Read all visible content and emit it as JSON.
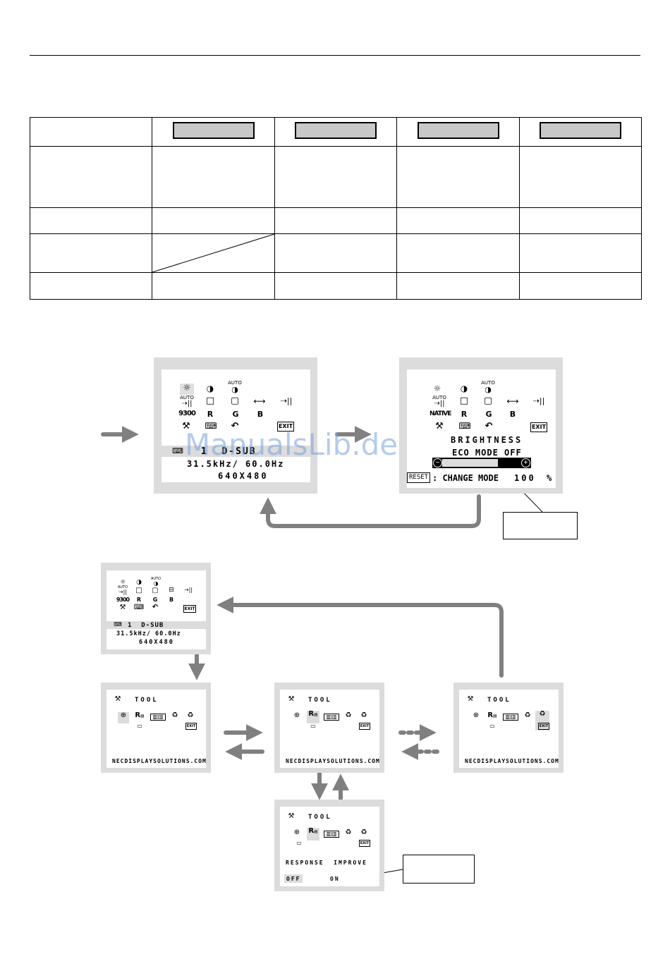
{
  "watermark": "ManualsLib.de",
  "main_osd": {
    "icon_rows": [
      [
        "☼",
        "◑",
        "AUTO◑"
      ],
      [
        "AUTO⇢|",
        "□",
        "▢",
        "⟷",
        "⇢||"
      ],
      [
        "9300",
        "R",
        "G",
        "B"
      ],
      [
        "⚒",
        "⌨",
        "↶",
        "EXIT"
      ]
    ],
    "input": "1  D-SUB",
    "freq": "31.5kHz/ 60.0Hz",
    "res": "640X480"
  },
  "brightness_osd": {
    "preset": "NATIVE",
    "title": "BRIGHTNESS",
    "eco": "ECO MODE OFF",
    "reset_key": "RESET",
    "reset_label": ": CHANGE MODE",
    "value": "100",
    "unit": "%",
    "level": 0.72
  },
  "tool_osd": {
    "title": "TOOL",
    "url": "NECDISPLAYSOLUTIONS.COM",
    "response_label": "RESPONSE  IMPROVE",
    "off_label": "OFF",
    "on_label": "ON"
  },
  "colors": {
    "osd_frame": "#dcdcdc",
    "arrow": "#808080",
    "header_button": "#c8c8c8"
  }
}
